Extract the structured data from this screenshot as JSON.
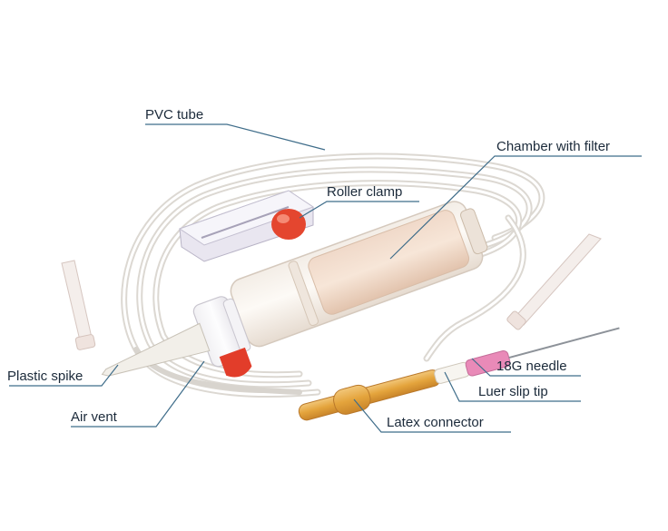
{
  "labels": {
    "pvc_tube": "PVC tube",
    "chamber_with_filter": "Chamber with filter",
    "roller_clamp": "Roller clamp",
    "plastic_spike": "Plastic spike",
    "air_vent": "Air vent",
    "needle_18g": "18G needle",
    "luer_slip_tip": "Luer slip tip",
    "latex_connector": "Latex connector"
  },
  "colors": {
    "leader_line": "#3f6d8a",
    "label_text": "#1b2a3a",
    "roller_wheel": "#e4462f",
    "air_vent_cap": "#e23d2a",
    "latex_connector": "#e4a43c",
    "needle_hub": "#e98ab8"
  }
}
